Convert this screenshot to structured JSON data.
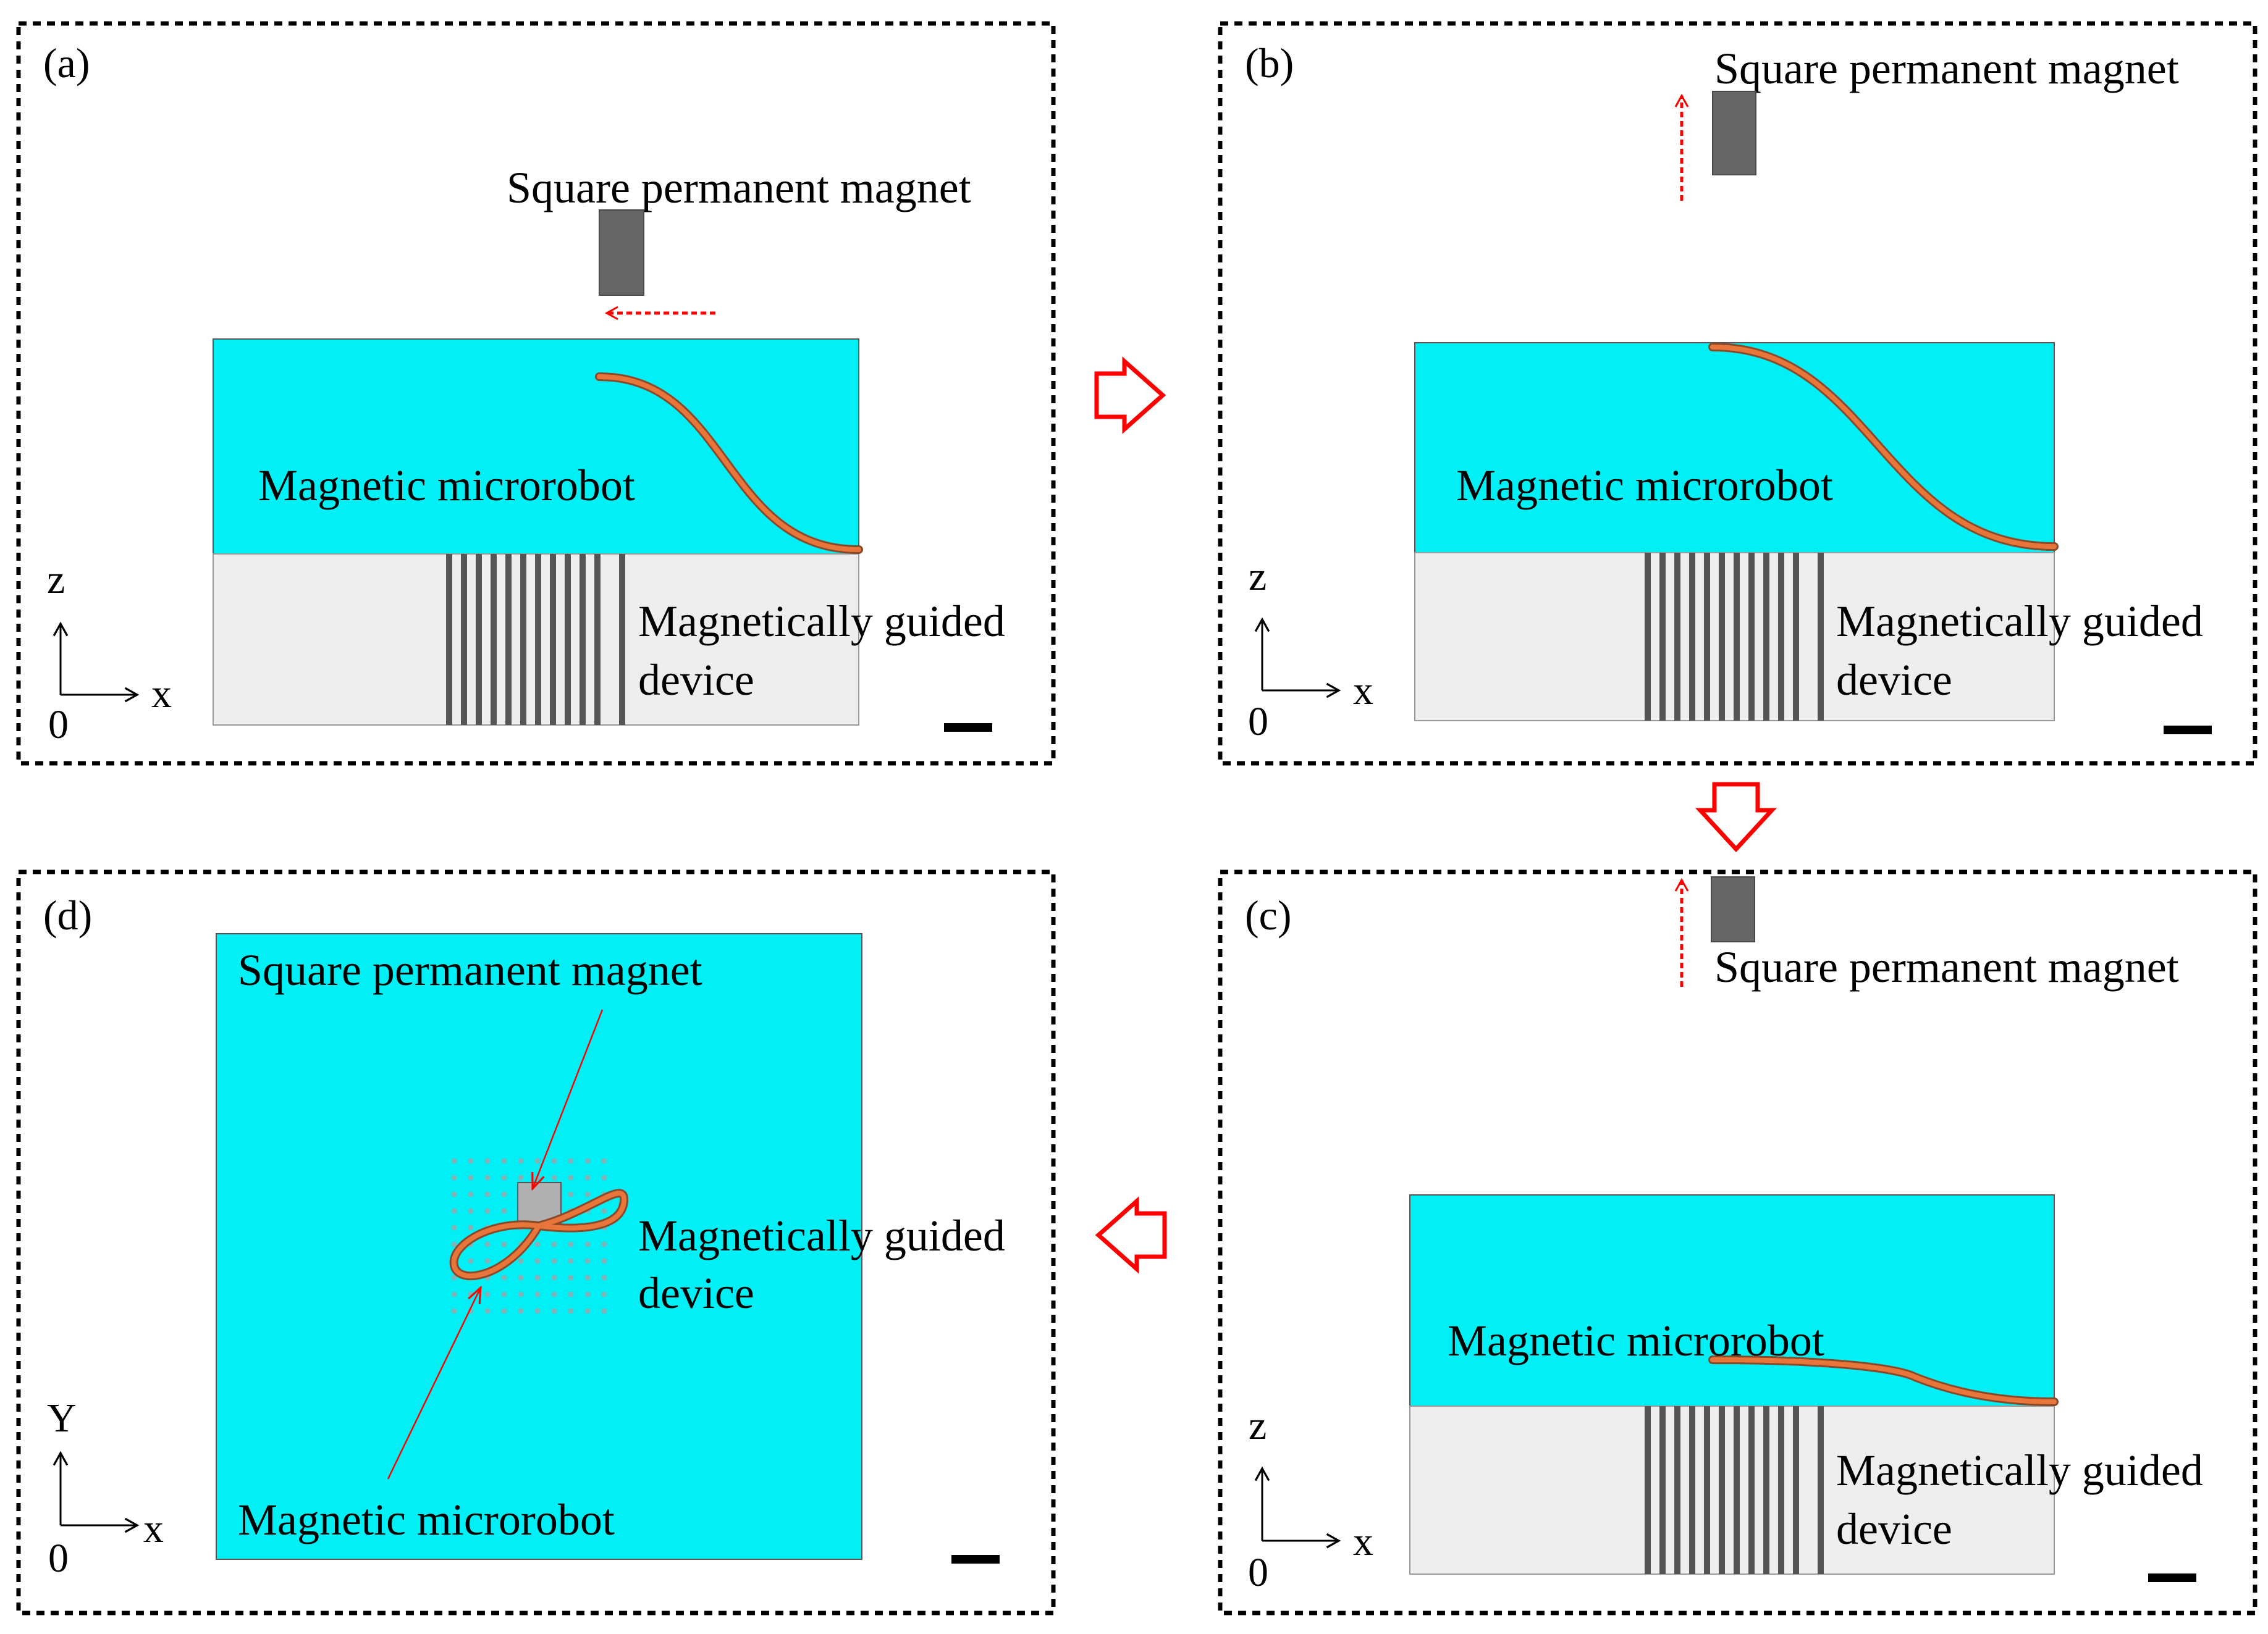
{
  "colors": {
    "fluid": "#00f0f5",
    "device": "#eeeeee",
    "magnet": "#666666",
    "magnet_top_view": "#b0b0b0",
    "robot": "#e8763a",
    "robot_edge": "#8a4a2a",
    "motion_arrow": "#ff0000",
    "step_arrow": "#ff0000",
    "frame": "#000000"
  },
  "panels": {
    "a": {
      "tag": "(a)",
      "magnet_label": "Square permanent magnet",
      "robot_label": "Magnetic microrobot",
      "device_label_1": "Magnetically guided",
      "device_label_2": "device",
      "axis_v": "z",
      "axis_h": "x",
      "origin": "0"
    },
    "b": {
      "tag": "(b)",
      "magnet_label": "Square permanent magnet",
      "robot_label": "Magnetic microrobot",
      "device_label_1": "Magnetically guided",
      "device_label_2": "device",
      "axis_v": "z",
      "axis_h": "x",
      "origin": "0"
    },
    "c": {
      "tag": "(c)",
      "magnet_label": "Square permanent magnet",
      "robot_label": "Magnetic microrobot",
      "device_label_1": "Magnetically guided",
      "device_label_2": "device",
      "axis_v": "z",
      "axis_h": "x",
      "origin": "0"
    },
    "d": {
      "tag": "(d)",
      "magnet_label": "Square permanent magnet",
      "robot_label": "Magnetic microrobot",
      "device_label_1": "Magnetically guided",
      "device_label_2": "device",
      "axis_v": "Y",
      "axis_h": "x",
      "origin": "0"
    }
  }
}
